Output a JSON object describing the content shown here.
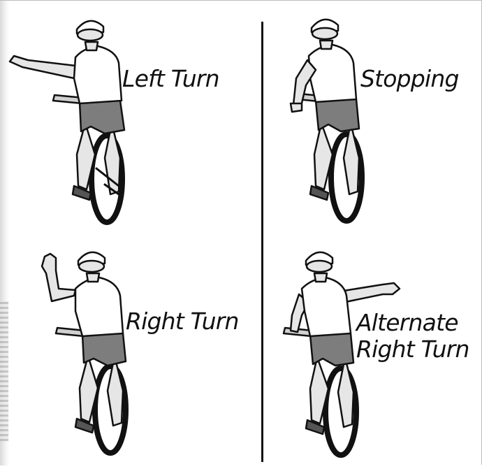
{
  "signals": [
    {
      "id": "left",
      "label": "Left Turn"
    },
    {
      "id": "stop",
      "label": "Stopping"
    },
    {
      "id": "right",
      "label": "Right Turn"
    },
    {
      "id": "alt",
      "label_line1": "Alternate",
      "label_line2": "Right Turn"
    }
  ],
  "colors": {
    "outline": "#111111",
    "shirt": "#ffffff",
    "shorts": "#7d7d7d",
    "skin": "#e6e6e6",
    "tire": "#111111"
  }
}
